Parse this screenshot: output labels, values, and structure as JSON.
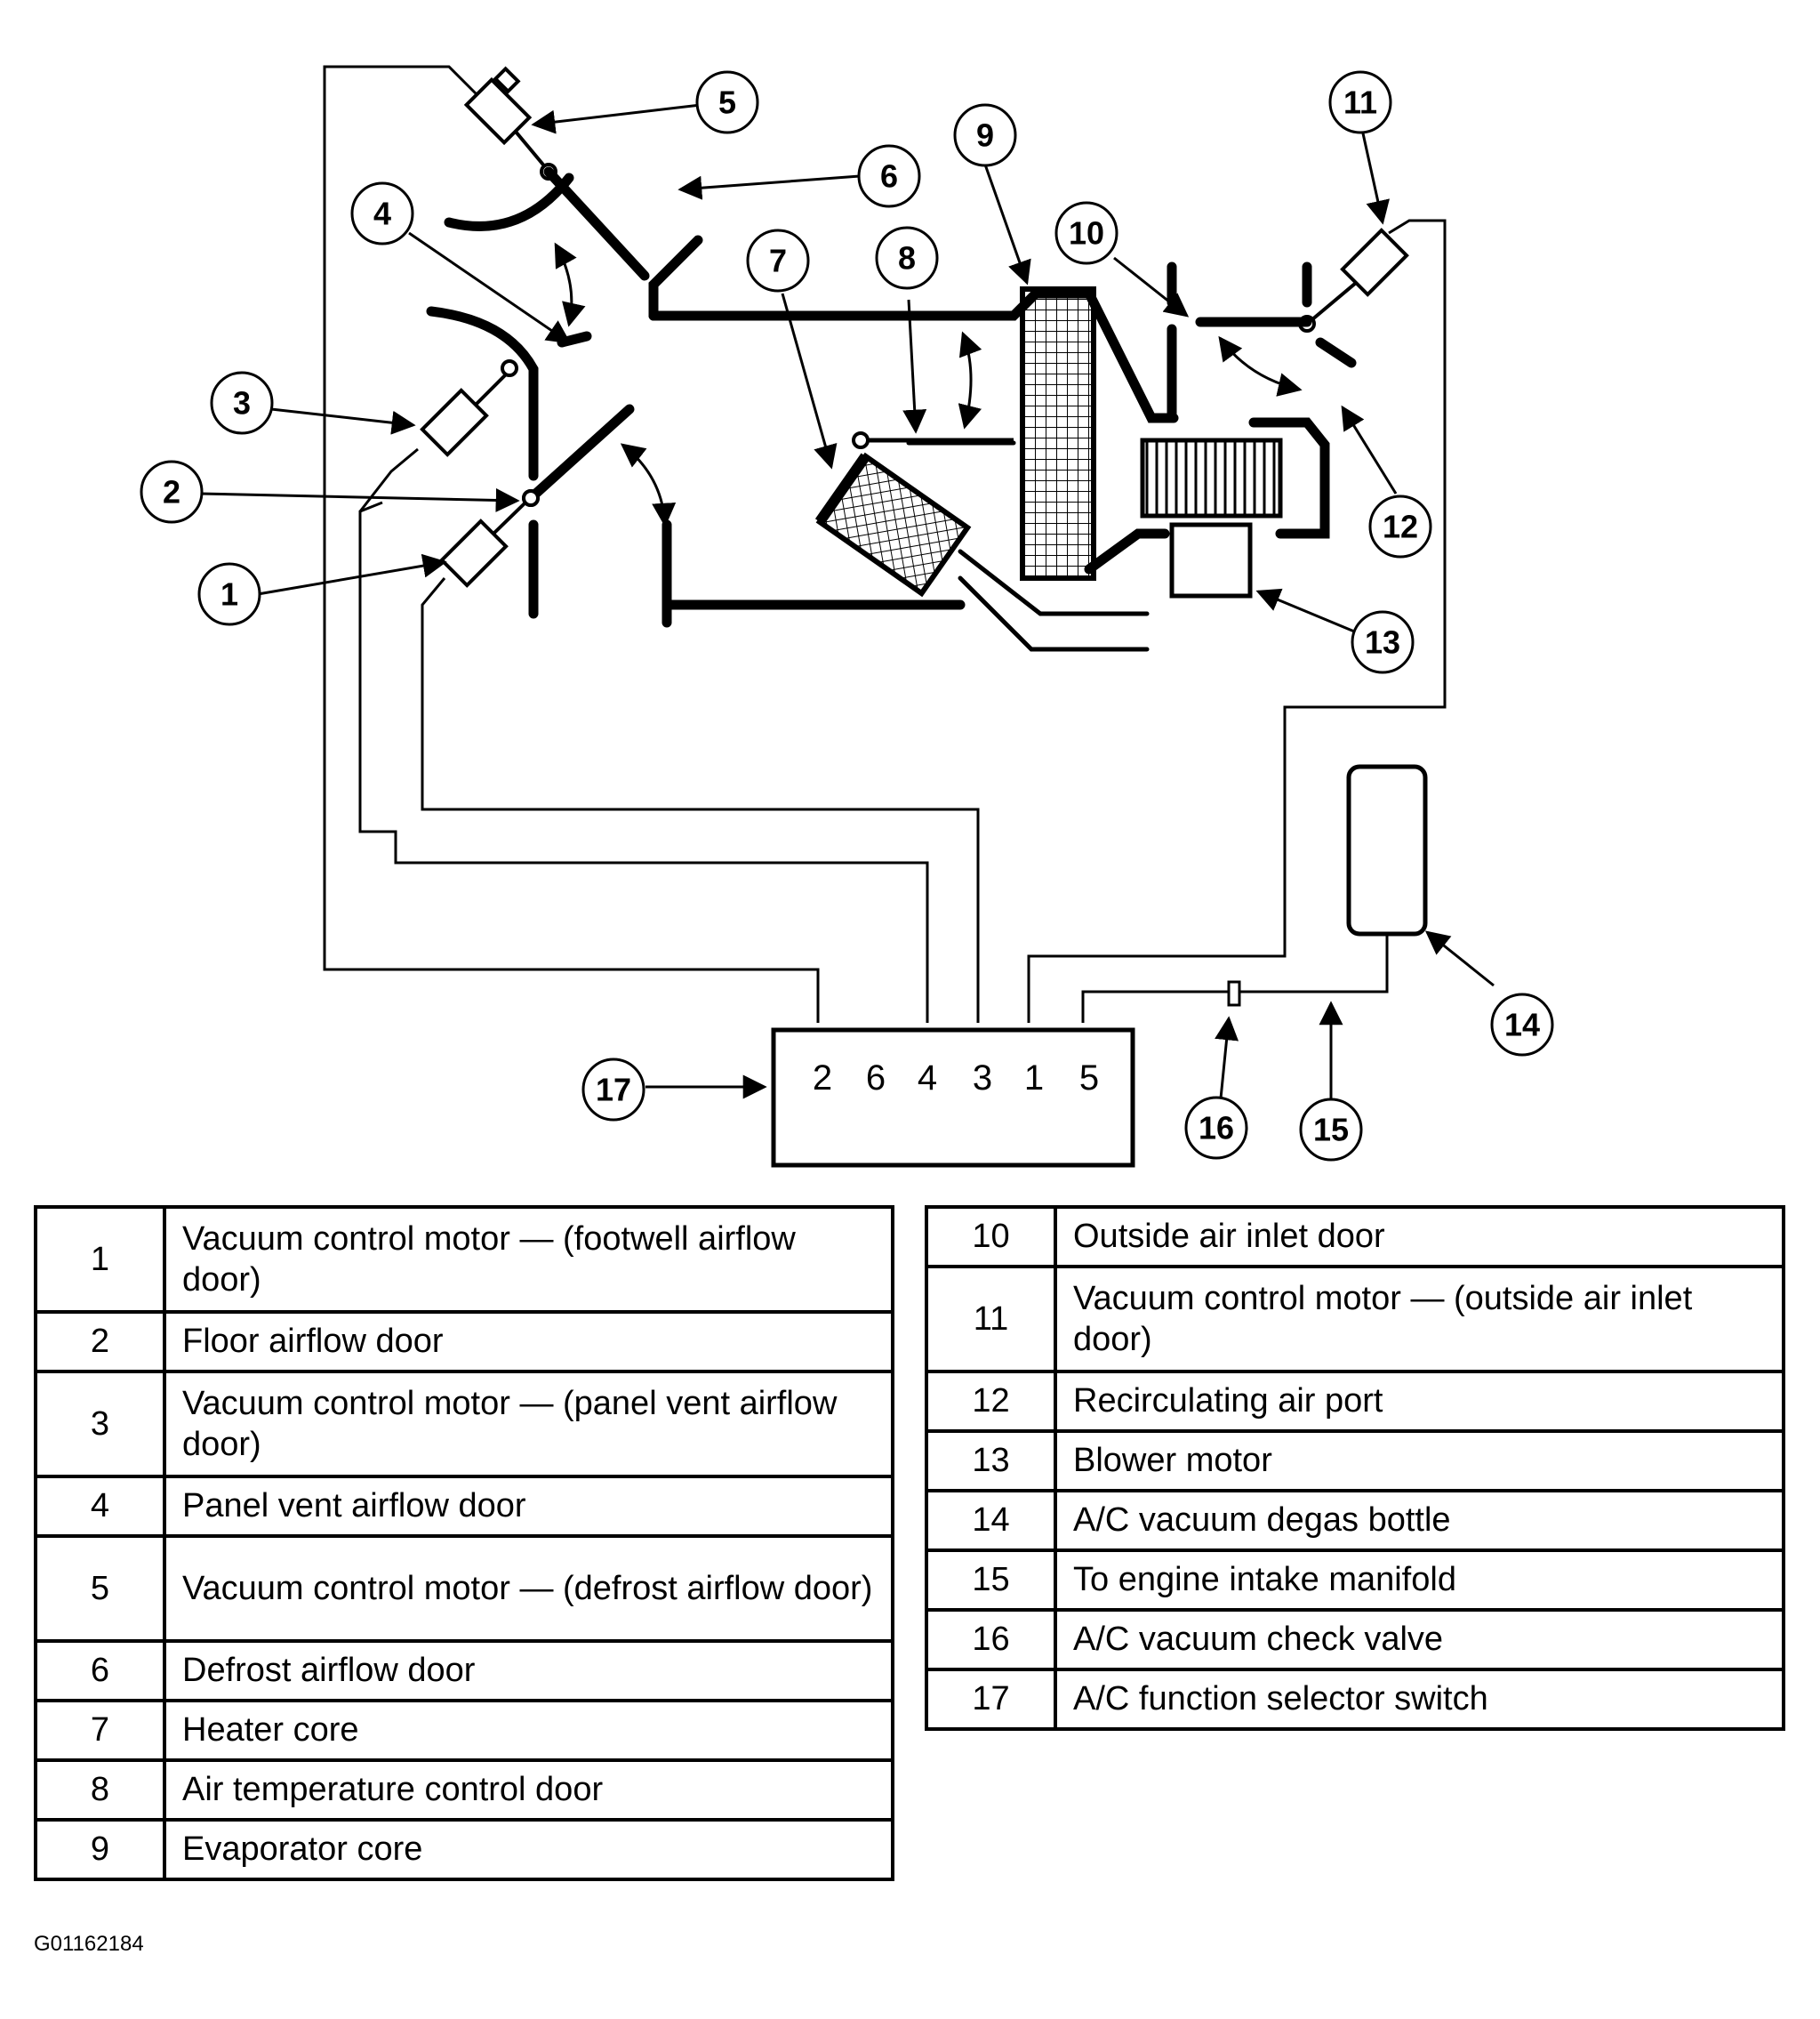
{
  "callouts": [
    "1",
    "2",
    "3",
    "4",
    "5",
    "6",
    "7",
    "8",
    "9",
    "10",
    "11",
    "12",
    "13",
    "14",
    "15",
    "16",
    "17"
  ],
  "switch_ports": [
    "2",
    "6",
    "4",
    "3",
    "1",
    "5"
  ],
  "legend_left": [
    {
      "num": "1",
      "label": "Vacuum control motor — (footwell airflow door)"
    },
    {
      "num": "2",
      "label": "Floor airflow door"
    },
    {
      "num": "3",
      "label": "Vacuum control motor — (panel vent airflow door)"
    },
    {
      "num": "4",
      "label": "Panel vent airflow door"
    },
    {
      "num": "5",
      "label": "Vacuum control motor — (defrost airflow door)"
    },
    {
      "num": "6",
      "label": "Defrost airflow door"
    },
    {
      "num": "7",
      "label": "Heater core"
    },
    {
      "num": "8",
      "label": "Air temperature control door"
    },
    {
      "num": "9",
      "label": "Evaporator core"
    }
  ],
  "legend_right": [
    {
      "num": "10",
      "label": "Outside air inlet door"
    },
    {
      "num": "11",
      "label": "Vacuum control motor — (outside air inlet door)"
    },
    {
      "num": "12",
      "label": "Recirculating air port"
    },
    {
      "num": "13",
      "label": "Blower motor"
    },
    {
      "num": "14",
      "label": "A/C vacuum degas bottle"
    },
    {
      "num": "15",
      "label": "To engine intake manifold"
    },
    {
      "num": "16",
      "label": "A/C vacuum check valve"
    },
    {
      "num": "17",
      "label": "A/C function selector switch"
    }
  ],
  "figure_id": "G01162184"
}
